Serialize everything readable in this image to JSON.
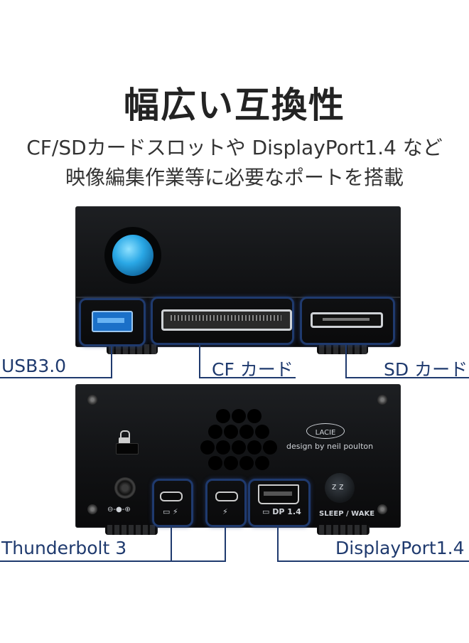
{
  "headline": "幅広い互換性",
  "subline": [
    "CF/SDカードスロットや DisplayPort1.4 など",
    "映像編集作業等に必要なポートを搭載"
  ],
  "front_labels": {
    "usb": "USB3.0",
    "cf": "CF カード",
    "sd": "SD カード"
  },
  "rear_labels": {
    "thunderbolt": "Thunderbolt 3",
    "displayport": "DisplayPort1.4"
  },
  "rear_panel_text": {
    "brand": "LACIE",
    "designer": "design by neil poulton",
    "dp_port": "DP 1.4",
    "sleep": "SLEEP / WAKE",
    "sleep_icon": "z z"
  },
  "colors": {
    "accent": "#1f3a6e",
    "usb_blue": "#2e8ee0",
    "button_blue": "#1f9ce0"
  }
}
